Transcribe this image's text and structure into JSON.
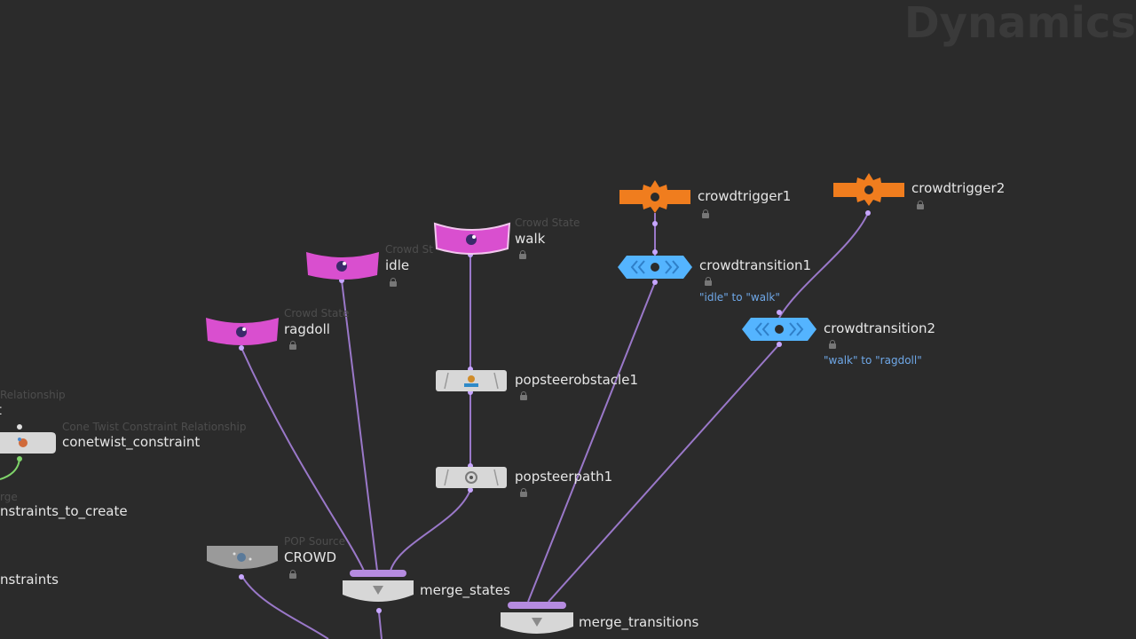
{
  "context_label": "Dynamics",
  "colors": {
    "background": "#2b2b2b",
    "crowd_state": "#d94fcf",
    "trigger": "#f07d1e",
    "transition": "#54b4ff",
    "pop_node": "#d7d7d7",
    "wire": "#9a78c9",
    "merge_bar": "#b58be0",
    "comment": "#6fa8e8"
  },
  "nodes": {
    "crowdtrigger1": {
      "name": "crowdtrigger1"
    },
    "crowdtrigger2": {
      "name": "crowdtrigger2"
    },
    "walk": {
      "name": "walk",
      "type": "Crowd State"
    },
    "idle": {
      "name": "idle",
      "type": "Crowd St"
    },
    "ragdoll": {
      "name": "ragdoll",
      "type": "Crowd State"
    },
    "crowdtransition1": {
      "name": "crowdtransition1",
      "comment": "\"idle\" to \"walk\""
    },
    "crowdtransition2": {
      "name": "crowdtransition2",
      "comment": "\"walk\" to \"ragdoll\""
    },
    "popsteerobstacle1": {
      "name": "popsteerobstacle1"
    },
    "popsteerpath1": {
      "name": "popsteerpath1"
    },
    "crowd": {
      "name": "CROWD",
      "type": "POP Source"
    },
    "merge_states": {
      "name": "merge_states"
    },
    "merge_transitions": {
      "name": "merge_transitions"
    },
    "conetwist_constraint": {
      "name": "conetwist_constraint",
      "type": "Cone Twist Constraint Relationship"
    },
    "left_relationship": {
      "name": "t",
      "type": "Relationship"
    },
    "left_merge": {
      "name": "nstraints_to_create",
      "type": "rge"
    },
    "left_constraints": {
      "name": "nstraints"
    }
  }
}
